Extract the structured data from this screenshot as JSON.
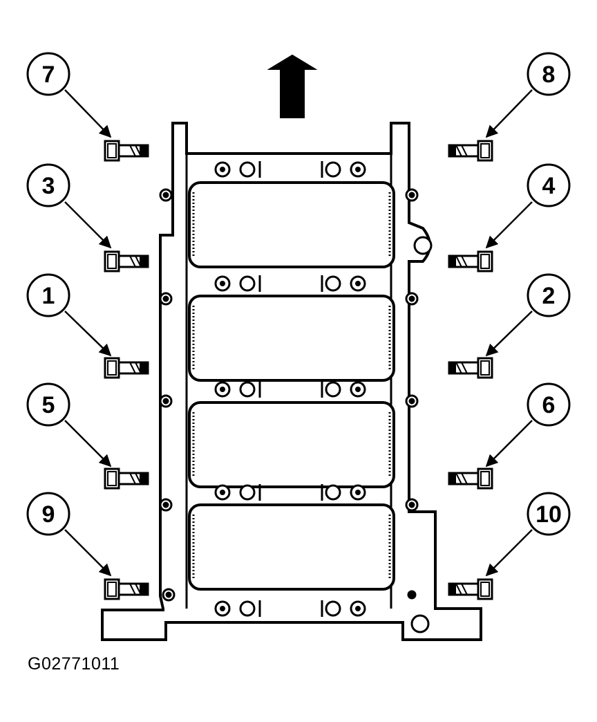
{
  "figure_id": "G02771011",
  "callouts": {
    "c7": "7",
    "c8": "8",
    "c3": "3",
    "c4": "4",
    "c1": "1",
    "c2": "2",
    "c5": "5",
    "c6": "6",
    "c9": "9",
    "c10": "10"
  },
  "colors": {
    "line": "#000000",
    "background": "#ffffff"
  }
}
